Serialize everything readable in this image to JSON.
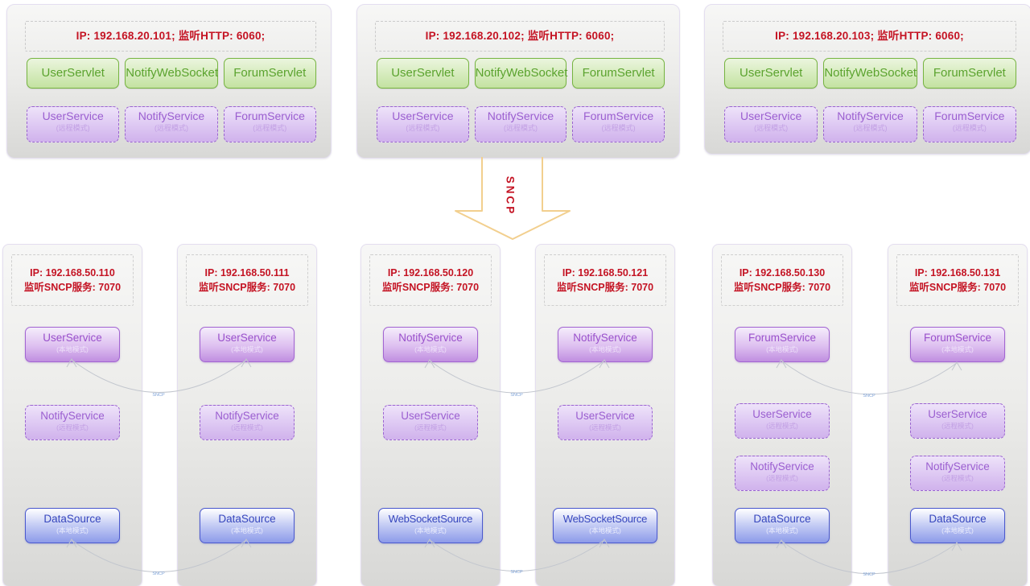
{
  "diagram": {
    "arrow_label": "SNCP",
    "connector_label": "SNCP",
    "top_servers": [
      {
        "header": "IP: 192.168.20.101;  监听HTTP: 6060;",
        "servlets": [
          "UserServlet",
          "NotifyWebSocket",
          "ForumServlet"
        ],
        "services": [
          {
            "name": "UserService",
            "mode": "(远程模式)"
          },
          {
            "name": "NotifyService",
            "mode": "(远程模式)"
          },
          {
            "name": "ForumService",
            "mode": "(远程模式)"
          }
        ]
      },
      {
        "header": "IP: 192.168.20.102;  监听HTTP: 6060;",
        "servlets": [
          "UserServlet",
          "NotifyWebSocket",
          "ForumServlet"
        ],
        "services": [
          {
            "name": "UserService",
            "mode": "(远程模式)"
          },
          {
            "name": "NotifyService",
            "mode": "(远程模式)"
          },
          {
            "name": "ForumService",
            "mode": "(远程模式)"
          }
        ]
      },
      {
        "header": "IP: 192.168.20.103;  监听HTTP: 6060;",
        "servlets": [
          "UserServlet",
          "NotifyWebSocket",
          "ForumServlet"
        ],
        "services": [
          {
            "name": "UserService",
            "mode": "(远程模式)"
          },
          {
            "name": "NotifyService",
            "mode": "(远程模式)"
          },
          {
            "name": "ForumService",
            "mode": "(远程模式)"
          }
        ]
      }
    ],
    "bottom_servers": [
      {
        "ip": "IP: 192.168.50.110",
        "listen": "监听SNCP服务: 7070",
        "services": [
          {
            "name": "UserService",
            "mode": "(本地模式)"
          },
          {
            "name": "NotifyService",
            "mode": "(远程模式)"
          },
          {
            "name": "DataSource",
            "mode": "(本地模式)"
          }
        ]
      },
      {
        "ip": "IP: 192.168.50.111",
        "listen": "监听SNCP服务: 7070",
        "services": [
          {
            "name": "UserService",
            "mode": "(本地模式)"
          },
          {
            "name": "NotifyService",
            "mode": "(远程模式)"
          },
          {
            "name": "DataSource",
            "mode": "(本地模式)"
          }
        ]
      },
      {
        "ip": "IP: 192.168.50.120",
        "listen": "监听SNCP服务: 7070",
        "services": [
          {
            "name": "NotifyService",
            "mode": "(本地模式)"
          },
          {
            "name": "UserService",
            "mode": "(远程模式)"
          },
          {
            "name": "WebSocketSource",
            "mode": "(本地模式)"
          }
        ]
      },
      {
        "ip": "IP: 192.168.50.121",
        "listen": "监听SNCP服务: 7070",
        "services": [
          {
            "name": "NotifyService",
            "mode": "(本地模式)"
          },
          {
            "name": "UserService",
            "mode": "(远程模式)"
          },
          {
            "name": "WebSocketSource",
            "mode": "(本地模式)"
          }
        ]
      },
      {
        "ip": "IP: 192.168.50.130",
        "listen": "监听SNCP服务: 7070",
        "services": [
          {
            "name": "ForumService",
            "mode": "(本地模式)"
          },
          {
            "name": "UserService",
            "mode": "(远程模式)"
          },
          {
            "name": "NotifyService",
            "mode": "(远程模式)"
          },
          {
            "name": "DataSource",
            "mode": "(本地模式)"
          }
        ]
      },
      {
        "ip": "IP: 192.168.50.131",
        "listen": "监听SNCP服务: 7070",
        "services": [
          {
            "name": "ForumService",
            "mode": "(本地模式)"
          },
          {
            "name": "UserService",
            "mode": "(远程模式)"
          },
          {
            "name": "NotifyService",
            "mode": "(远程模式)"
          },
          {
            "name": "DataSource",
            "mode": "(本地模式)"
          }
        ]
      }
    ],
    "colors": {
      "red_text": "#c41323",
      "green_border": "#76b440",
      "purple_border": "#9a64d0",
      "blue_border": "#4a58ce",
      "arrow_stroke": "#f2cf8e",
      "connector_line": "#c2c6ce"
    }
  }
}
